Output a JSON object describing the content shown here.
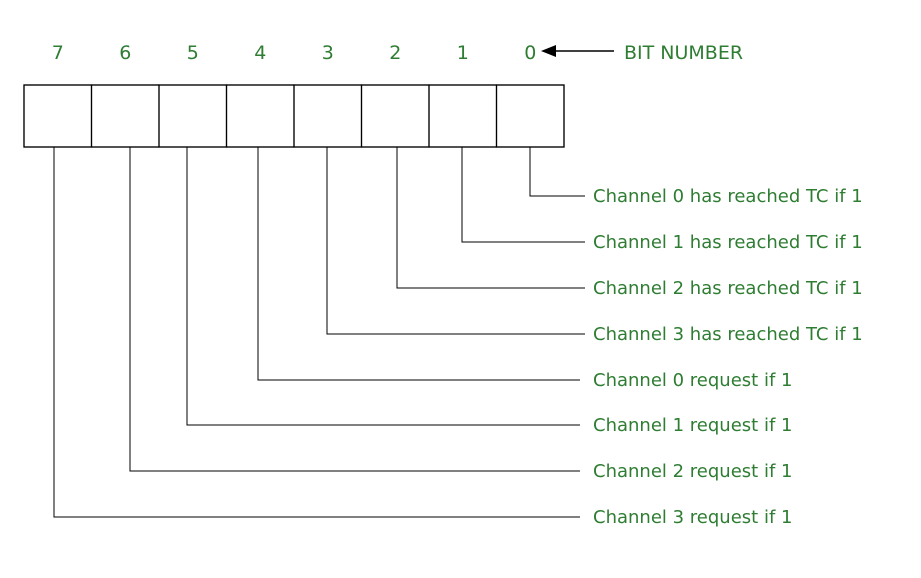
{
  "colors": {
    "text": "#2e7d32",
    "line": "#000000",
    "background": "#ffffff"
  },
  "header": {
    "bit_number_label": "BIT NUMBER"
  },
  "register": {
    "bits": [
      {
        "number": "7",
        "description": "Channel 3 request if 1"
      },
      {
        "number": "6",
        "description": "Channel 2 request if 1"
      },
      {
        "number": "5",
        "description": "Channel 1 request if 1"
      },
      {
        "number": "4",
        "description": "Channel 0 request if 1"
      },
      {
        "number": "3",
        "description": "Channel 3 has reached TC if 1"
      },
      {
        "number": "2",
        "description": "Channel 2 has reached TC if 1"
      },
      {
        "number": "1",
        "description": "Channel 1 has reached TC if 1"
      },
      {
        "number": "0",
        "description": "Channel 0 has reached TC if 1"
      }
    ]
  }
}
